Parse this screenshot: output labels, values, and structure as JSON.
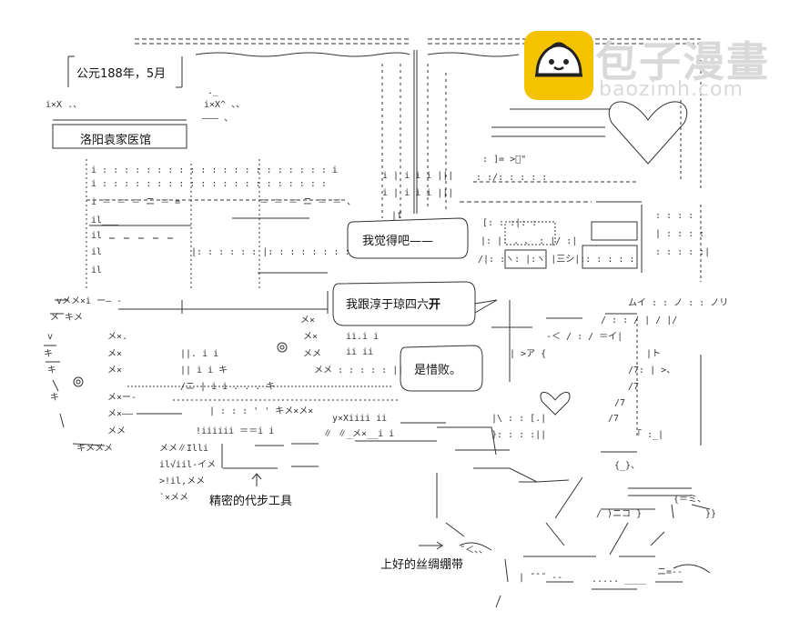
{
  "caption_date": "公元188年，5月",
  "caption_place": "洛阳袁家医馆",
  "bubbles": [
    "我觉得吧——",
    "我跟淳于琼四六",
    "开",
    "是惜败。"
  ],
  "tools_label": "精密的代步工具",
  "bandage_label": "上好的丝绸绷带",
  "watermark": {
    "title": "包子漫畫",
    "subtitle": "baozimh.com",
    "accent": "#f5c200"
  }
}
